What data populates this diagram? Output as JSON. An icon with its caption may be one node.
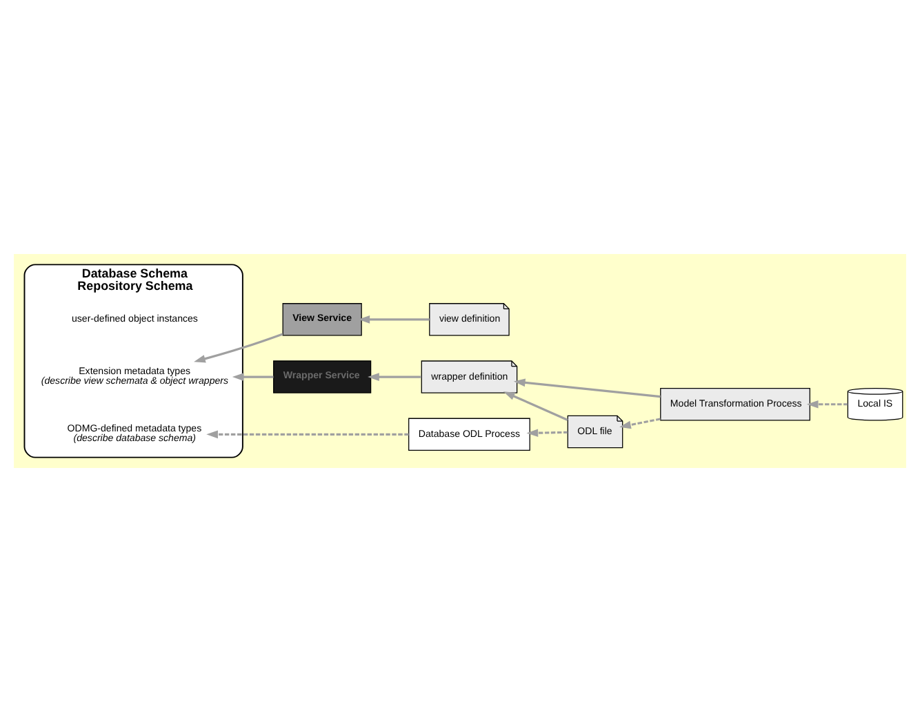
{
  "diagram": {
    "nodes": [
      {
        "text": [
          "Database Schema",
          "Repository Schema"
        ]
      },
      {
        "text": [
          "user-defined object instances"
        ],
        "in": 0
      },
      {
        "text": [
          "ODMG-defined metadata types",
          "(describe database schema)"
        ],
        "in": 0
      },
      {
        "text": [
          "Extension metadata types",
          "(describe view schemata & object wrappers"
        ],
        "in": 0
      },
      {
        "text": [
          "view definition"
        ]
      },
      {
        "text": [
          "View Service"
        ]
      },
      {
        "text": [
          "Wrapper Service"
        ]
      },
      {
        "text": [
          "wrapper definition"
        ]
      },
      {
        "text": [
          "Model Transformation Process"
        ]
      },
      {
        "text": [
          "ODL file"
        ]
      },
      {
        "text": [
          "Database ODL Process"
        ]
      },
      {
        "text": [
          "Local IS"
        ]
      }
    ],
    "edges": [
      {
        "from": 4,
        "to": 5,
        "arrow": "to"
      },
      {
        "from": 5,
        "to": 3,
        "arrow": "to"
      },
      {
        "from": 6,
        "to": 3,
        "arrow": "to"
      },
      {
        "from": 7,
        "to": 6,
        "arrow": "to"
      },
      {
        "from": 10,
        "to": 2,
        "arrow": "to",
        "style": "dashed"
      },
      {
        "from": 8,
        "to": 9,
        "arrow": "to",
        "style": "dashed"
      },
      {
        "from": 9,
        "to": 10,
        "arrow": "to",
        "style": "dashed"
      },
      {
        "from": 9,
        "to": 7,
        "arrow": "to"
      },
      {
        "from": 8,
        "to": 7,
        "arrow": "to"
      },
      {
        "from": 11,
        "to": 8,
        "arrow": "to",
        "style": "dashed"
      }
    ]
  }
}
